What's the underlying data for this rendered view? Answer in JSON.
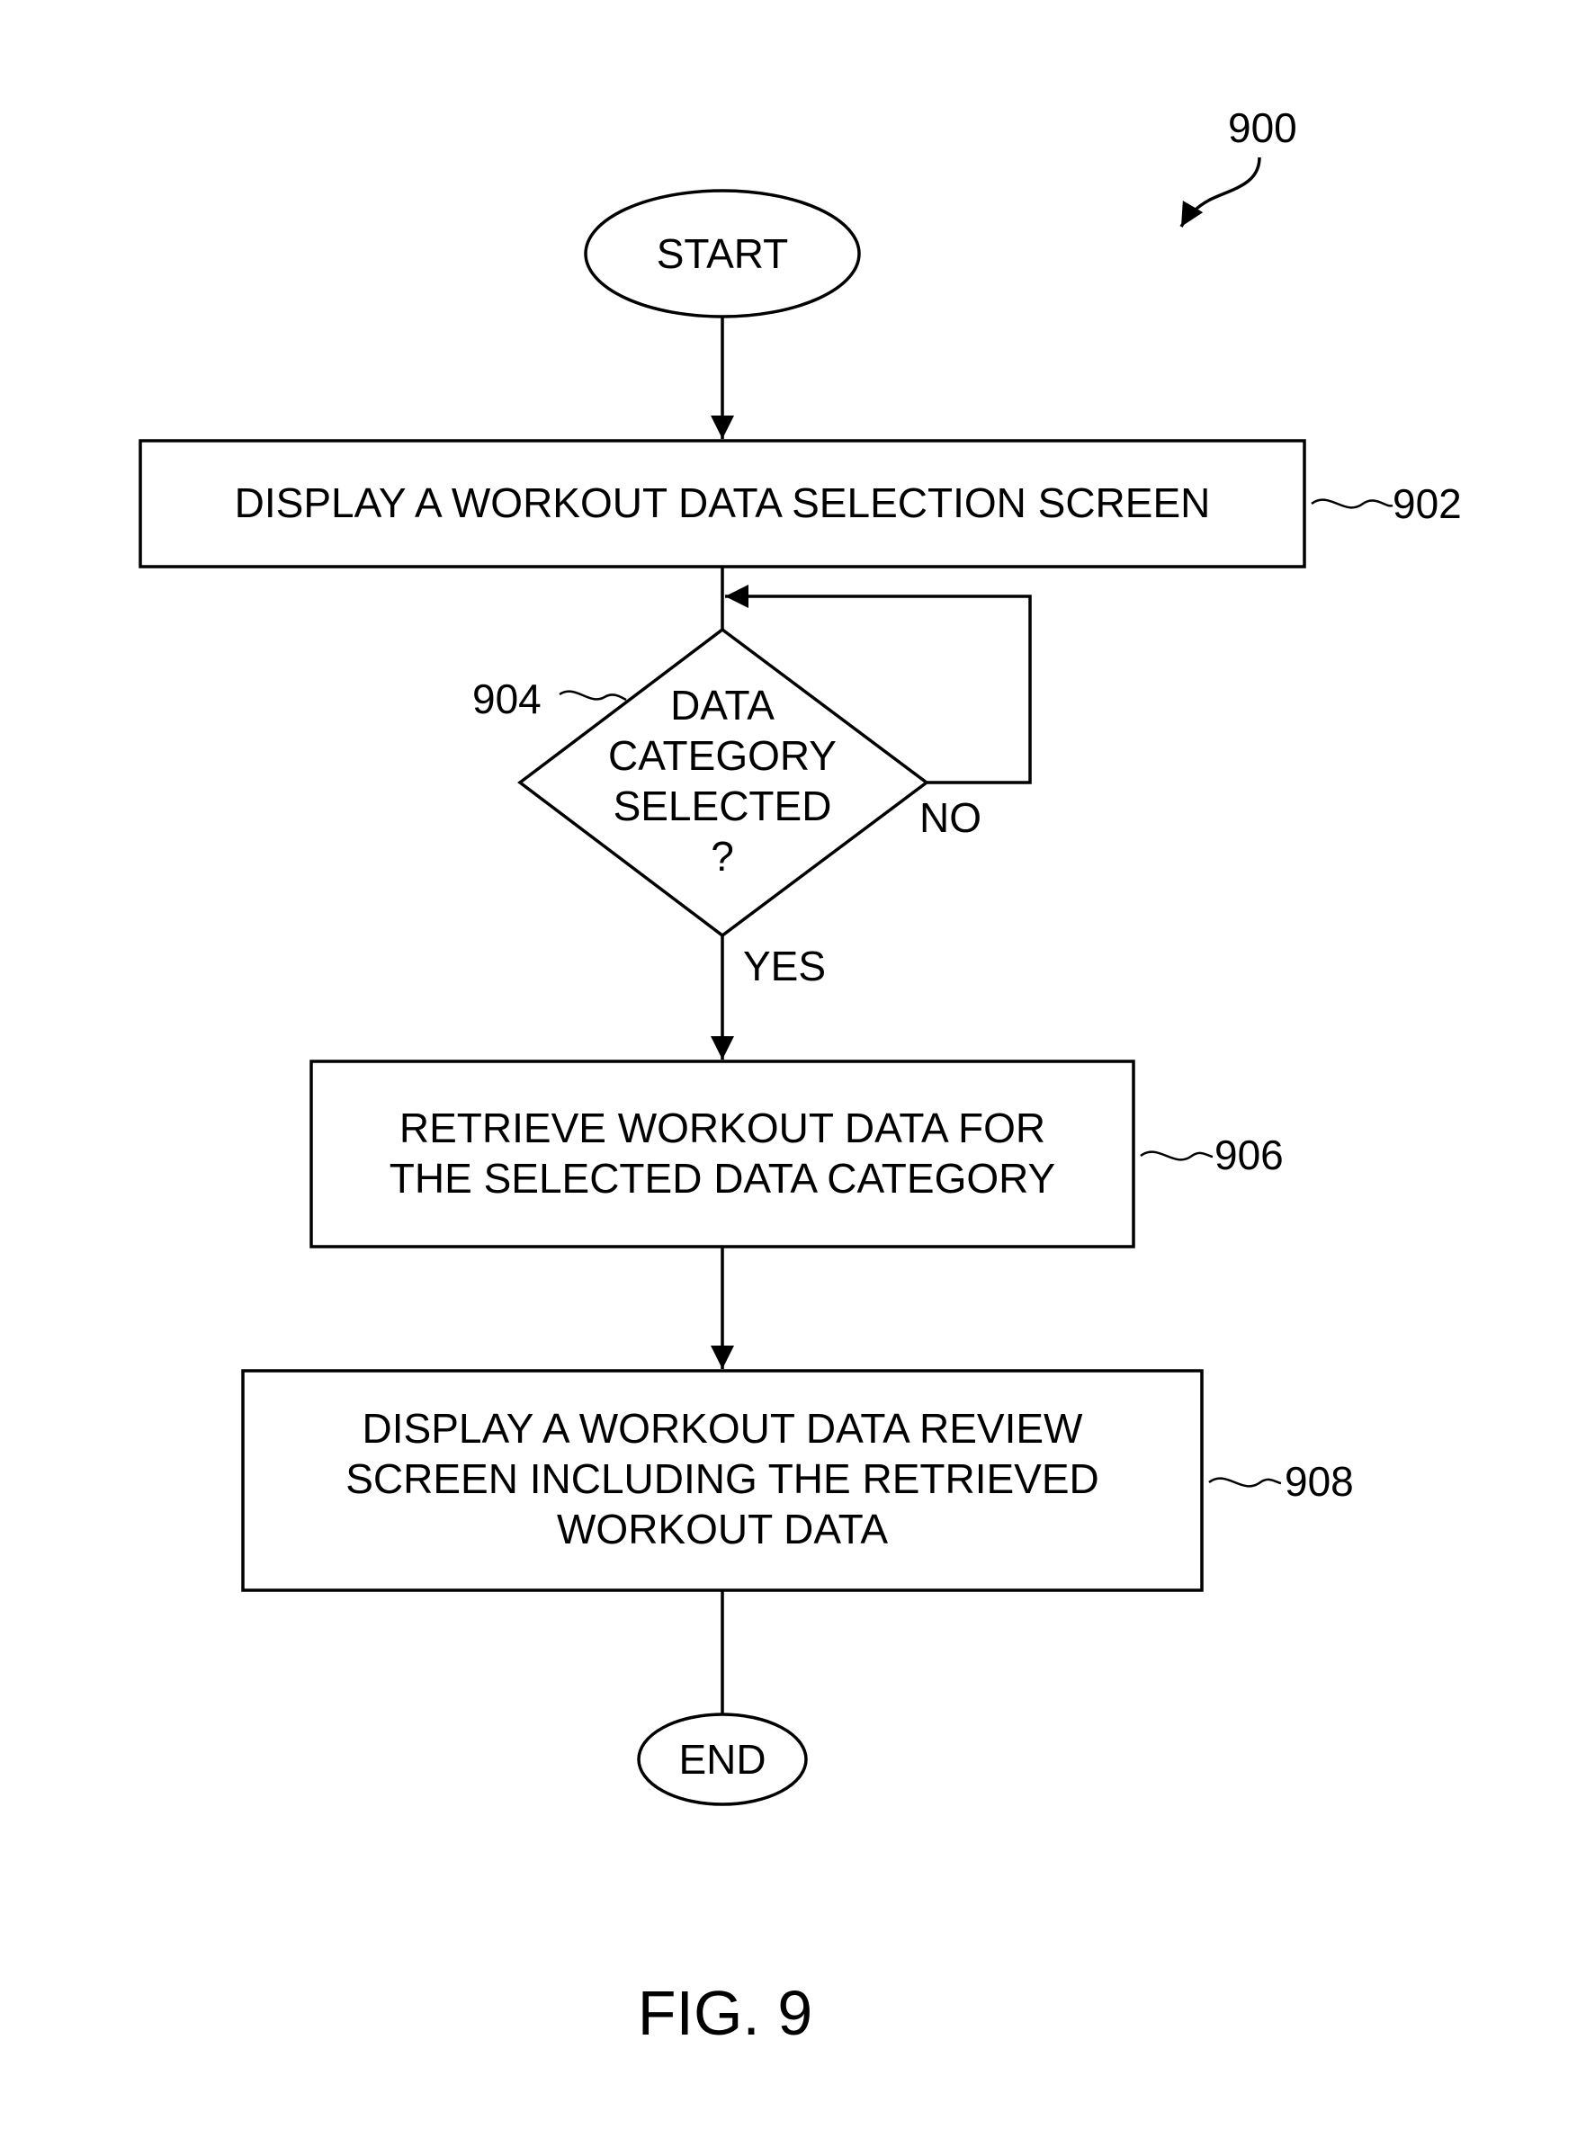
{
  "figure_label": "FIG. 9",
  "diagram_ref": "900",
  "start": {
    "label": "START"
  },
  "end": {
    "label": "END"
  },
  "steps": [
    {
      "ref": "902",
      "lines": [
        "DISPLAY A WORKOUT DATA SELECTION SCREEN"
      ]
    },
    {
      "ref": "904",
      "lines": [
        "DATA",
        "CATEGORY",
        "SELECTED",
        "?"
      ]
    },
    {
      "ref": "906",
      "lines": [
        "RETRIEVE WORKOUT DATA FOR",
        "THE SELECTED DATA CATEGORY"
      ]
    },
    {
      "ref": "908",
      "lines": [
        "DISPLAY A WORKOUT DATA REVIEW",
        "SCREEN INCLUDING THE RETRIEVED",
        "WORKOUT DATA"
      ]
    }
  ],
  "branches": {
    "no": "NO",
    "yes": "YES"
  }
}
